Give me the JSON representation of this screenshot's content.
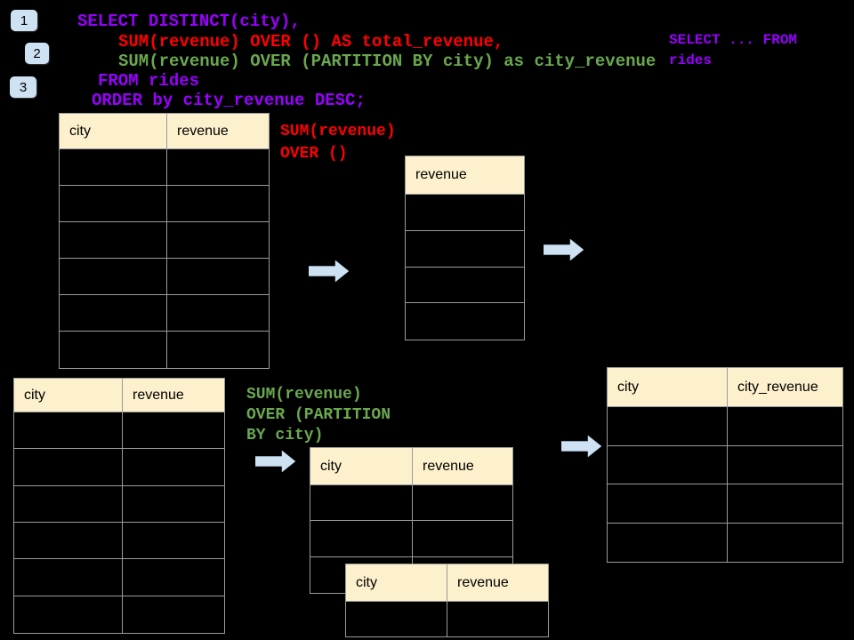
{
  "background": "#000000",
  "colors": {
    "code_purple": "#9900ff",
    "code_red": "#ff0000",
    "code_green": "#6aa84f",
    "table_header_cream": "#fdf0cc",
    "table_border_gray": "#9b9b9b",
    "arrow_blue": "#cfe2f3",
    "badge_blue": "#cfe2f3"
  },
  "step_badges": [
    "1",
    "2",
    "3"
  ],
  "sql_code": {
    "lines": [
      {
        "text": "SELECT DISTINCT(city),",
        "color": "#9900ff"
      },
      {
        "text": "SUM(revenue) OVER () AS total_revenue,",
        "color": "#ff0000"
      },
      {
        "text": "SUM(revenue) OVER (PARTITION BY city) as city_revenue",
        "color": "#6aa84f"
      },
      {
        "text": "FROM rides",
        "color": "#9900ff"
      },
      {
        "text": "ORDER by city_revenue DESC;",
        "color": "#9900ff"
      }
    ]
  },
  "side_note": {
    "color": "#9900ff",
    "lines": [
      "SELECT ... FROM",
      "rides"
    ]
  },
  "annotation_total": {
    "color": "#ff0000",
    "lines": [
      "SUM(revenue)",
      "OVER ()"
    ]
  },
  "annotation_partition": {
    "color": "#6aa84f",
    "lines": [
      "SUM(revenue)",
      "OVER (PARTITION",
      "BY city)"
    ]
  },
  "tables": {
    "source_top": {
      "headers": [
        "city",
        "revenue"
      ],
      "empty_row_count": 6
    },
    "total_revenue_result": {
      "headers": [
        "revenue"
      ],
      "empty_row_count": 4
    },
    "source_bottom": {
      "headers": [
        "city",
        "revenue"
      ],
      "empty_row_count": 6
    },
    "partition_step": {
      "headers": [
        "city",
        "revenue"
      ],
      "empty_row_count": 3
    },
    "partition_overlay": {
      "headers": [
        "city",
        "revenue"
      ],
      "empty_row_count": 1
    },
    "city_revenue_result": {
      "headers": [
        "city",
        "city_revenue"
      ],
      "empty_row_count": 4
    }
  }
}
